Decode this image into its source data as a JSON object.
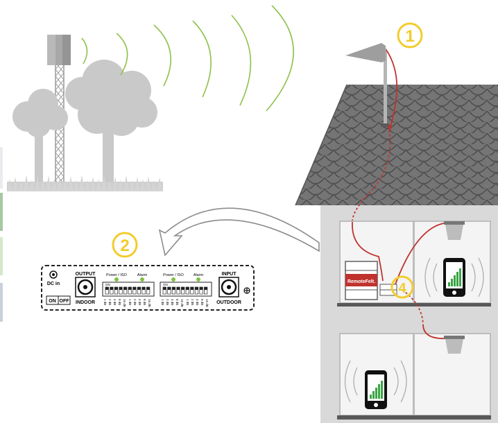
{
  "callouts": [
    {
      "number": "1",
      "target": "outdoor-antenna"
    },
    {
      "number": "2",
      "target": "repeater-panel"
    },
    {
      "number": "4",
      "target": "splitter"
    }
  ],
  "repeater": {
    "dc_in_label": "DC in",
    "on_label": "ON",
    "off_label": "OFF",
    "output_label": "OUTPUT",
    "indoor_label": "INDOOR",
    "input_label": "INPUT",
    "outdoor_label": "OUTDOOR",
    "dip_groups": [
      {
        "power_label": "Power / ISO",
        "alarm_label": "Alarm",
        "on_label": "ON"
      },
      {
        "power_label": "Power / ISO",
        "alarm_label": "Alarm",
        "on_label": "ON"
      }
    ],
    "dip_values": [
      "1 dB",
      "2 dB",
      "4 dB",
      "8 dB",
      "16 dB"
    ]
  },
  "brand": {
    "name": "RemoteFelt."
  },
  "colors": {
    "signal_wave": "#8fc14a",
    "callout_ring": "#f2cc2b",
    "cable": "#c0322d",
    "phone_bars": "#3aa545",
    "roof": "#6f6f6f",
    "house": "#d9d9d9"
  },
  "phones": [
    {
      "signal_bars": 5,
      "floor": "upper"
    },
    {
      "signal_bars": 5,
      "floor": "lower"
    }
  ]
}
